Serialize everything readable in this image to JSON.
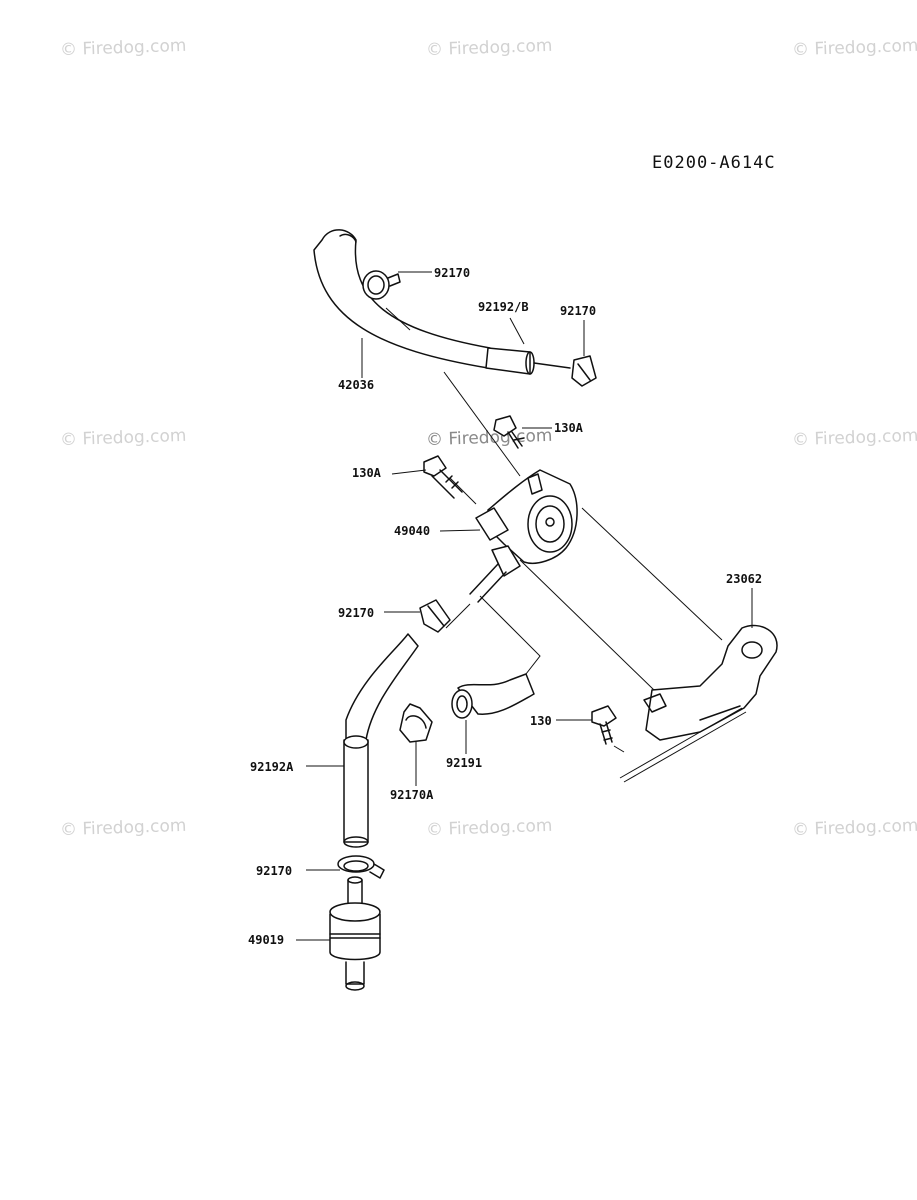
{
  "diagram_code": "E0200-A614C",
  "watermark_text": "© Firedog.com",
  "parts": {
    "p92170_top": "92170",
    "p92192B": "92192/B",
    "p92170_right": "92170",
    "p42036": "42036",
    "p130A_right": "130A",
    "p130A_left": "130A",
    "p49040": "49040",
    "p23062": "23062",
    "p92170_mid": "92170",
    "p130": "130",
    "p92191": "92191",
    "p92192A": "92192A",
    "p92170A": "92170A",
    "p92170_low": "92170",
    "p49019": "49019"
  }
}
